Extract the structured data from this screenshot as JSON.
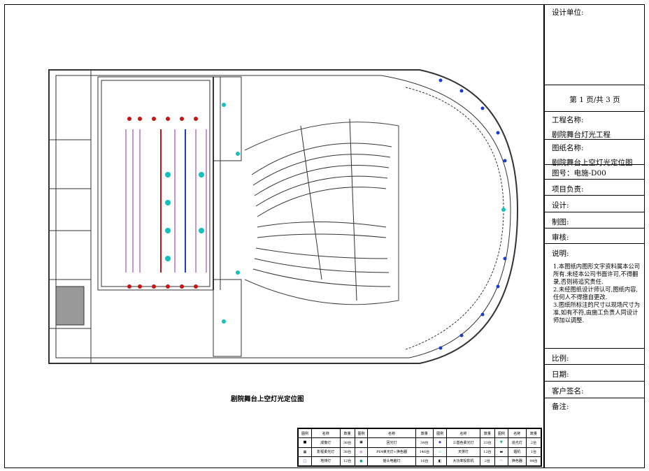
{
  "plan": {
    "title": "剧院舞台上空灯光定位图"
  },
  "title_block": {
    "design_unit_label": "设计单位:",
    "page_info": "第 1 页/共 3 页",
    "project_name_label": "工程名称:",
    "project_name": "剧院舞台灯光工程",
    "drawing_name_label": "图纸名称:",
    "drawing_name": "剧院舞台上空灯光定位图",
    "drawing_no": "图号：电施-D00",
    "project_lead_label": "项目负责:",
    "designer_label": "设计:",
    "drafter_label": "制图:",
    "reviewer_label": "审核:",
    "notes_label": "说明:",
    "notes": [
      "1.本图纸内图形文字资料属本公司所有.未经本公司书面许可,不得翻录,否则将追究责任.",
      "2.未经图纸设计师认可,图纸内容,任何人不得擅自更改.",
      "3.图纸所标注的尺寸以现场尺寸为准,如有不符,由施工负责人同设计师加以调整."
    ],
    "scale_label": "比例:",
    "date_label": "日期:",
    "client_sign_label": "客户签名:",
    "remarks_label": "备注:"
  },
  "legend": {
    "headers": [
      "图例",
      "名称",
      "数量",
      "图例",
      "名称",
      "数量",
      "图例",
      "名称",
      "数量",
      "图例",
      "名称",
      "数量"
    ],
    "rows": [
      [
        "成像灯",
        "38台",
        "回光灯",
        "34台",
        "三基色柔光灯",
        "33台",
        "追光灯",
        "2台"
      ],
      [
        "影视柔光灯",
        "38台",
        "P64束光灯+换色器",
        "146台",
        "天排灯",
        "12台",
        "烟机",
        "1台"
      ],
      [
        "地排灯",
        "12台",
        "摇头电脑灯",
        "16台",
        "大功率投影机",
        "2台",
        "换色器",
        "94台"
      ]
    ],
    "colors": [
      "#000000",
      "#cc33cc",
      "#3333cc",
      "#00aa88"
    ]
  },
  "accent_colors": {
    "seat_line": "#555555",
    "fixture_red": "#cc1111",
    "fixture_blue": "#1a3ccc",
    "fixture_purple": "#9a2ab5",
    "fixture_cyan": "#15c0c0"
  }
}
